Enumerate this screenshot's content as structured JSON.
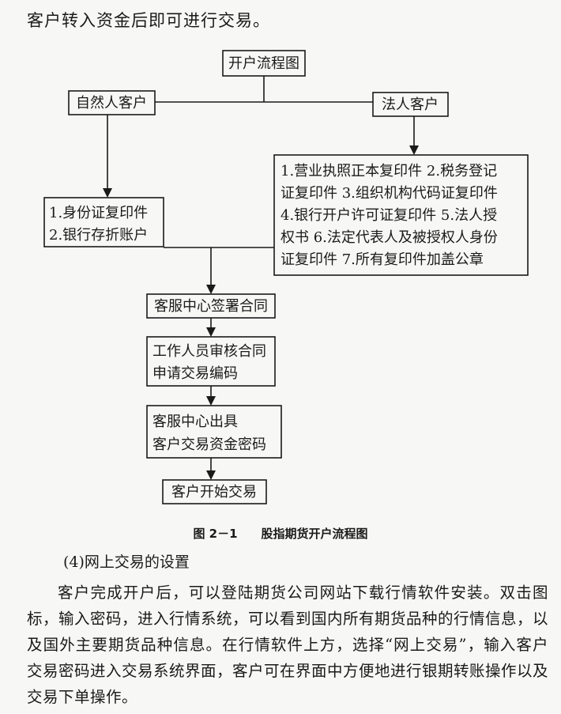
{
  "intro_text": "客户转入资金后即可进行交易。",
  "flowchart": {
    "title": "开户流程图",
    "natural_person": "自然人客户",
    "legal_person": "法人客户",
    "natural_docs": [
      "1.身份证复印件",
      "2.银行存折账户"
    ],
    "legal_docs": [
      "1.营业执照正本复印件 2.税务登记",
      "证复印件 3.组织机构代码证复印件",
      "4.银行开户许可证复印件 5.法人授",
      "权书 6.法定代表人及被授权人身份",
      "证复印件 7.所有复印件加盖公章"
    ],
    "sign_contract": "客服中心签署合同",
    "review": [
      "工作人员审核合同",
      "申请交易编码"
    ],
    "issue": [
      "客服中心出具",
      "客户交易资金密码"
    ],
    "start_trading": "客户开始交易"
  },
  "caption": {
    "number": "图 2－1",
    "title": "股指期货开户流程图"
  },
  "section_heading": "(4)网上交易的设置",
  "paragraph": "客户完成开户后，可以登陆期货公司网站下载行情软件安装。双击图标，输入密码，进入行情系统，可以看到国内所有期货品种的行情信息，以及国外主要期货品种信息。在行情软件上方，选择“网上交易”，输入客户交易密码进入交易系统界面，客户可在界面中方便地进行银期转账操作以及交易下单操作。"
}
